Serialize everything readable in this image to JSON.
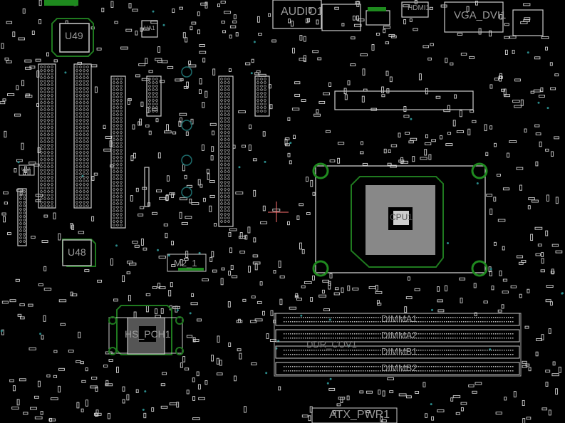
{
  "view": "pcb-layout",
  "colors": {
    "background": "#000000",
    "silkscreen": "#d8d8d8",
    "outline": "#1f7a1f",
    "via": "#2a8a8a",
    "cursor": "#ff7070"
  },
  "components": {
    "u49": "U49",
    "ua1": "UA1",
    "u57": "U57",
    "u48": "U48",
    "m2": "M2_1",
    "pch_heatsink": "HS_PCH1",
    "cpu": "CPU1",
    "audio": "AUDIO1",
    "hdmi": "HDMI1",
    "vga": "VGA_DVI1",
    "dimm_a1": "DIMMA1",
    "dimm_a2": "DIMMA2",
    "ddr_cover": "DDR_COV1",
    "dimm_b1": "DIMMB1",
    "dimm_b2": "DIMMB2",
    "atx": "ATX_PWR1"
  }
}
